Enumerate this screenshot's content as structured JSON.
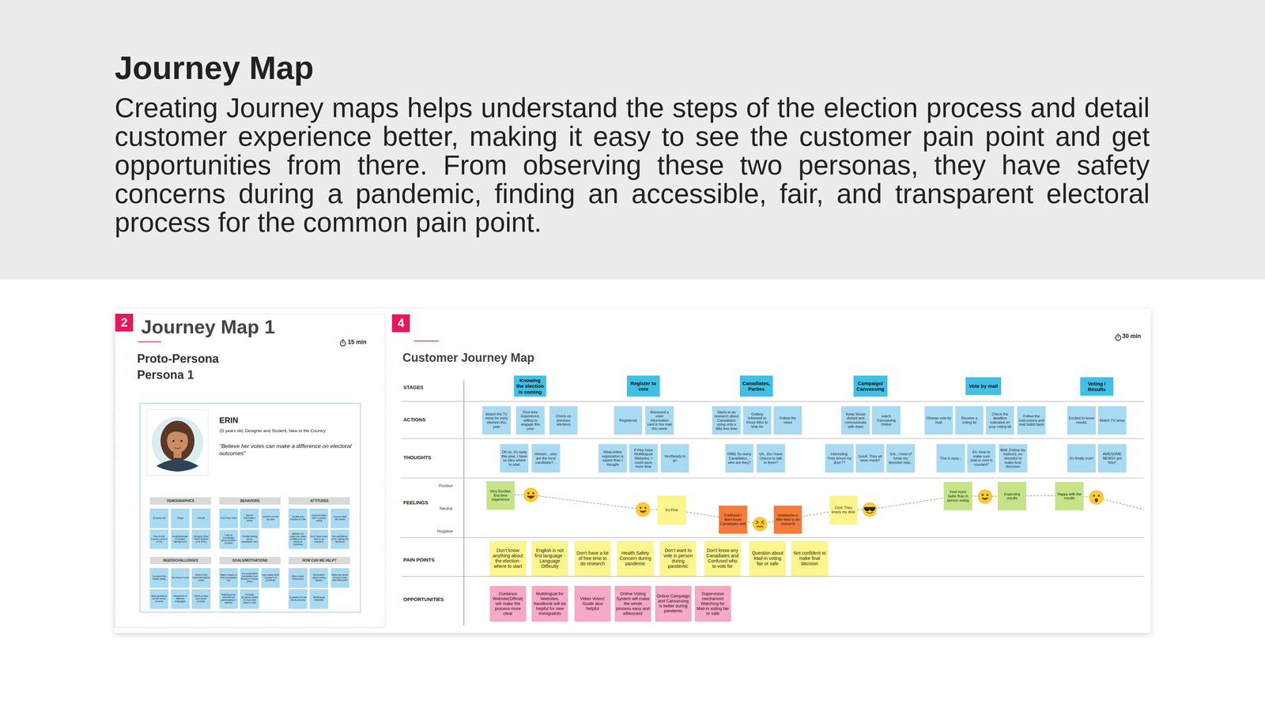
{
  "diagram": {
    "title": "Journey Map",
    "nodes": [
      {
        "text": [
          "2"
        ]
      },
      {
        "text": [
          "ERIN",
          "25 years old, Designer and Student, New to the Country",
          "\"Believe her votes can make a difference on electoral outcomes\""
        ]
      },
      {
        "text": [
          "DEMOGRAPHICS"
        ],
        "in": 1
      },
      {
        "text": [
          "25 years old"
        ],
        "in": 1
      },
      {
        "text": [
          "Single"
        ],
        "in": 1
      },
      {
        "text": [
          "Female"
        ],
        "in": 1
      },
      {
        "text": [
          "New to the Country Lives in a City"
        ],
        "in": 1
      },
      {
        "text": [
          "Undergraduate Educated Background"
        ],
        "in": 1
      },
      {
        "text": [
          "Designer (Part Time) Student (Full Time)"
        ],
        "in": 1
      },
      {
        "text": [
          "BEHAVIORS"
        ],
        "in": 1
      },
      {
        "text": [
          "First Time Voter"
        ],
        "in": 1
      },
      {
        "text": [
          "Search information online"
        ],
        "in": 1
      },
      {
        "text": [
          "Comfort to Vote by mail"
        ],
        "in": 1
      },
      {
        "text": [
          "Lack of knowledge about election process"
        ],
        "in": 1
      },
      {
        "text": [
          "Trouble finding about candidates' info"
        ],
        "in": 1
      },
      {
        "text": [
          "ATTITUDES"
        ],
        "in": 1
      },
      {
        "text": [
          "Excited and Positive to vote"
        ],
        "in": 1
      },
      {
        "text": [
          "Uncomfortable with in person voting"
        ],
        "in": 1
      },
      {
        "text": [
          "Unsure what she wants"
        ],
        "in": 1
      },
      {
        "text": [
          "Believe her votes can make a difference on electoral outcomes"
        ],
        "in": 1
      },
      {
        "text": [
          "Don't have much time to do research"
        ],
        "in": 1
      },
      {
        "text": [
          "Not confidence to be making the decisions"
        ],
        "in": 1
      },
      {
        "text": [
          "NEEDS/CHALLENGES"
        ],
        "in": 1
      },
      {
        "text": [
          "To ensure the health safety"
        ],
        "in": 1
      },
      {
        "text": [
          "Too busy to vote"
        ],
        "in": 1
      },
      {
        "text": [
          "Hard to find most information online"
        ],
        "in": 1
      },
      {
        "text": [
          "Need guidance for the whole process"
        ],
        "in": 1
      },
      {
        "text": [
          "Resources in different languages"
        ],
        "in": 1
      },
      {
        "text": [
          "Wants a Easy and Quick process"
        ],
        "in": 1
      },
      {
        "text": [
          "GOALS/MOTIVATIONS"
        ],
        "in": 1
      },
      {
        "text": [
          "Make it easier to find Canadiates info"
        ],
        "in": 1
      },
      {
        "text": [
          "Too understand Canadiates and Election Process online"
        ],
        "in": 1
      },
      {
        "text": [
          "Vote safely while Canada is in pandemic"
        ],
        "in": 1
      },
      {
        "text": [
          "Wanting to be informed for participating in election"
        ],
        "in": 1
      },
      {
        "text": [
          "To make decisions based on facts and easy to read"
        ],
        "in": 1
      },
      {
        "text": [
          "HOW CAN WE HELP?"
        ],
        "in": 1
      },
      {
        "text": [
          "More online Resources"
        ],
        "in": 1
      },
      {
        "text": [
          "Information about Voting System"
        ],
        "in": 1
      },
      {
        "text": [
          "Make the whole process easy and effiencient"
        ],
        "in": 1
      },
      {
        "text": [
          "Guidance for the whole process"
        ],
        "in": 1
      },
      {
        "text": [
          "Multilingual Websites"
        ],
        "in": 1
      },
      {
        "text": [
          "4"
        ]
      },
      {
        "text": [
          "Knowing the election is coming"
        ]
      },
      {
        "text": [
          "Register to vote"
        ]
      },
      {
        "text": [
          "Canadiates, Parties"
        ]
      },
      {
        "text": [
          "Campaign/ Canvassing"
        ]
      },
      {
        "text": [
          "Vote by mail"
        ]
      },
      {
        "text": [
          "Voting / Results"
        ]
      },
      {
        "text": [
          "Watch the TV news for early election this year"
        ]
      },
      {
        "text": [
          "First time Experience, willing to engage this year"
        ]
      },
      {
        "text": [
          "Check on previous elections"
        ]
      },
      {
        "text": [
          "Registered"
        ]
      },
      {
        "text": [
          "Received a voter information card in the mail this week"
        ]
      },
      {
        "text": [
          "Starts to do research about Canadiates using only a little free time"
        ]
      },
      {
        "text": [
          "Getting Informed to Know Who to Vote for"
        ]
      },
      {
        "text": [
          "Follow the news"
        ]
      },
      {
        "text": [
          "Keep Social distant and communicate with them"
        ]
      },
      {
        "text": [
          "watch Canvassing Online"
        ]
      },
      {
        "text": [
          "Choose vote by mail"
        ]
      },
      {
        "text": [
          "Receive a voting kit"
        ]
      },
      {
        "text": [
          "Check the deadline indicated on your voting kit"
        ]
      },
      {
        "text": [
          "Follow the instructions and mail ballot back"
        ]
      },
      {
        "text": [
          "Excited to know results"
        ]
      },
      {
        "text": [
          "Watch TV news"
        ]
      },
      {
        "text": [
          "Oh no, it's early this year..I have no idea where to start"
        ]
      },
      {
        "text": [
          "Hmmm....who are the local candidate?..."
        ]
      },
      {
        "text": [
          "Wow,online registration is easier than I thought"
        ]
      },
      {
        "text": [
          "If they have Multilingual Websites, I could save more time"
        ]
      },
      {
        "text": [
          "Yes!Ready to go"
        ]
      },
      {
        "text": [
          "OMG So many Canadiates... who are they?"
        ]
      },
      {
        "text": [
          "Uh...Do I have chance to talk to them?"
        ]
      },
      {
        "text": [
          "Interesting. They knock my door??"
        ]
      },
      {
        "text": [
          "Good. They all wear mask!!"
        ]
      },
      {
        "text": [
          "Em...I kind of know my direction now..."
        ]
      },
      {
        "text": [
          "This is easy..."
        ]
      },
      {
        "text": [
          "Eh..How to make sure mail-in vote is counted?"
        ]
      },
      {
        "text": [
          "Well..Follow my instincts..so stressful to make final descison"
        ]
      },
      {
        "text": [
          "It's finally over!"
        ]
      },
      {
        "text": [
          "AWESOME NEWS!! got this!!"
        ]
      },
      {
        "text": [
          "Very Excited-first time experience"
        ]
      },
      {
        "text": [
          "It's Fine"
        ]
      },
      {
        "text": [
          "Confused I don't know Canadiates well"
        ]
      },
      {
        "text": [
          "Headache-a little time to do research"
        ]
      },
      {
        "text": [
          "Cool, They knock my door"
        ]
      },
      {
        "text": [
          "Feel more Safer than in person voting"
        ]
      },
      {
        "text": [
          "Expecting results"
        ]
      },
      {
        "text": [
          "Happy with the results"
        ]
      },
      {
        "text": [
          "Don't know anything about the election-where to start"
        ]
      },
      {
        "text": [
          "English is not first language - Language Difficulty"
        ]
      },
      {
        "text": [
          "Don't have a lot of free time to do research"
        ]
      },
      {
        "text": [
          "Health Safety Concern during pandemic"
        ]
      },
      {
        "text": [
          "Don't want to vote in person during pandemic"
        ]
      },
      {
        "text": [
          "Don't know any Canadiates and Confused who to vote for"
        ]
      },
      {
        "text": [
          "Question about Mail-in voting fair or safe"
        ]
      },
      {
        "text": [
          "Not confident to make final decision"
        ]
      },
      {
        "text": [
          "Guidance Website(Offical) will make the process more clear"
        ]
      },
      {
        "text": [
          "Multilingual for Websites, handbook will be helpful for new Immigratnts"
        ]
      },
      {
        "text": [
          "Video Voters' Guide also helpful"
        ]
      },
      {
        "text": [
          "Online Voting System will make the whole process easy and effiencient"
        ]
      },
      {
        "text": [
          "Online Campaign and Canvassing is better during pandemic"
        ]
      },
      {
        "text": [
          "Supervision mechanism Watching for Mail-in voting fair or safe"
        ]
      }
    ],
    "labels": [
      "Creating Journey maps helps understand the steps of the election process and detail customer experience better, making it easy to see the customer pain point and get opportunities from there. From observing these two personas, they have safety concerns during a pandemic, finding an accessible, fair, and transparent electoral process for the common pain point.",
      "Journey Map 1",
      "15 min",
      "Proto-Persona",
      "Persona 1",
      "Customer Journey Map",
      "30 min",
      "STAGES",
      "ACTIONS",
      "THOUGHTS",
      "FEELINGS",
      "PAIN POINTS",
      "OPPORTUNITIES",
      "Positive",
      "Neutral",
      "Negative"
    ]
  }
}
